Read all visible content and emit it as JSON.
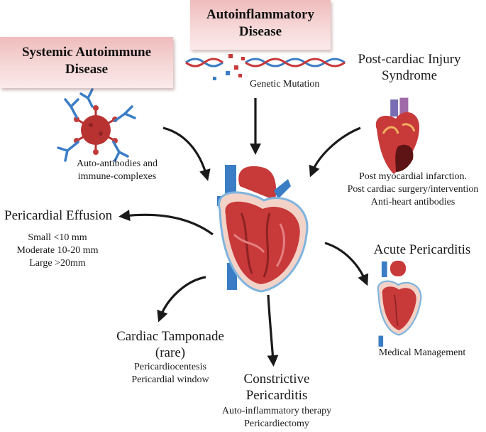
{
  "boxes": {
    "autoinflammatory": [
      "Autoinflammatory",
      "Disease"
    ],
    "systemic": [
      "Systemic Autoimmune",
      "Disease"
    ]
  },
  "causes": {
    "genetic": "Genetic Mutation",
    "antibodies": [
      "Auto-antibodies and",
      "immune-complexes"
    ],
    "post_cardiac_title": [
      "Post-cardiac Injury",
      "Syndrome"
    ],
    "post_cardiac_items": [
      "Post myocardial infarction.",
      "Post cardiac surgery/intervention",
      "Anti-heart antibodies"
    ]
  },
  "outcomes": {
    "effusion_title": "Pericardial Effusion",
    "effusion_items": [
      "Small <10 mm",
      "Moderate 10-20 mm",
      "Large >20mm"
    ],
    "acute_title": "Acute Pericarditis",
    "acute_items": [
      "Medical Management"
    ],
    "tamponade_title": [
      "Cardiac Tamponade",
      "(rare)"
    ],
    "tamponade_items": [
      "Pericardiocentesis",
      "Pericardial window"
    ],
    "constrictive_title": [
      "Constrictive",
      "Pericarditis"
    ],
    "constrictive_items": [
      "Auto-inflammatory therapy",
      "Pericardiectomy"
    ]
  },
  "colors": {
    "box_fill": "#f3c6c6",
    "heart_red": "#c8393a",
    "vessel_blue": "#3b7dc4",
    "arrow": "#1a1a1a"
  }
}
